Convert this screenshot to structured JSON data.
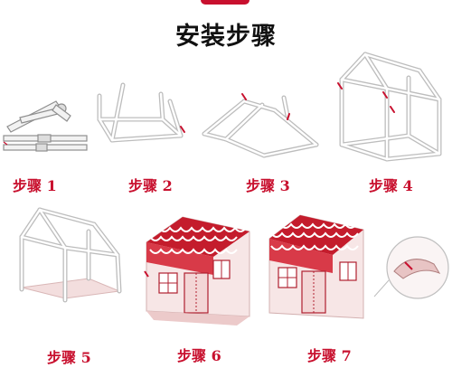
{
  "title": "安装步骤",
  "steps": [
    {
      "label": "步骤 1"
    },
    {
      "label": "步骤 2"
    },
    {
      "label": "步骤 3"
    },
    {
      "label": "步骤 4"
    },
    {
      "label": "步骤 5"
    },
    {
      "label": "步骤 6"
    },
    {
      "label": "步骤 7"
    }
  ],
  "colors": {
    "accent": "#c8102e",
    "frame": "#9a9a9a",
    "roof_red": "#c41c2c",
    "panel_pink": "#f6dfe0"
  }
}
